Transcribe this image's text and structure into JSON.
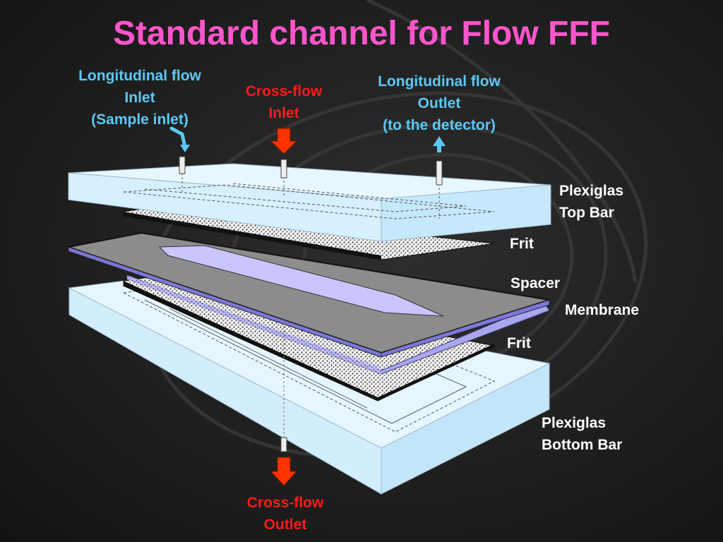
{
  "slide": {
    "title": "Standard channel for Flow FFF"
  },
  "labels": {
    "long_inlet": [
      "Longitudinal flow",
      "Inlet",
      "(Sample inlet)"
    ],
    "cross_inlet": [
      "Cross-flow",
      "Inlet"
    ],
    "long_outlet": [
      "Longitudinal flow",
      "Outlet",
      "(to the detector)"
    ],
    "top_bar": [
      "Plexiglas",
      "Top Bar"
    ],
    "frit_top": "Frit",
    "spacer": "Spacer",
    "membrane": "Membrane",
    "frit_bottom": "Frit",
    "bottom_bar": [
      "Plexiglas",
      "Bottom Bar"
    ],
    "cross_outlet": [
      "Cross-flow",
      "Outlet"
    ]
  },
  "colors": {
    "title": "#ff55cc",
    "flow_label": "#5bc8f5",
    "cross_label": "#ff1a1a",
    "part_label": "#ffffff",
    "plexiglas": "#dff4ff",
    "spacer": "#8a8a8a",
    "membrane": "#a9a6ee",
    "arrow_red": "#ff3300",
    "arrow_blue": "#5bc8f5"
  }
}
